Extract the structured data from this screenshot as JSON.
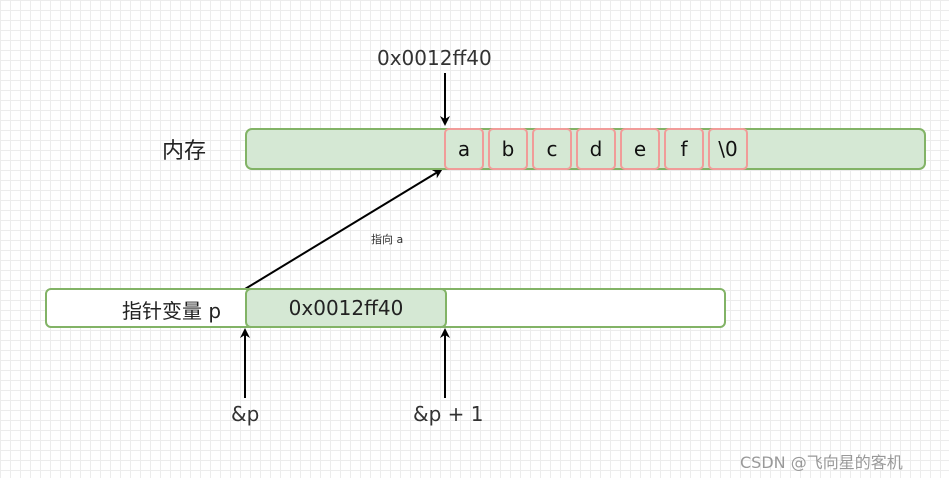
{
  "memory": {
    "label": "内存",
    "address": "0x0012ff40",
    "cells": [
      "a",
      "b",
      "c",
      "d",
      "e",
      "f",
      "\\0"
    ]
  },
  "pointer": {
    "label": "指针变量 p",
    "value": "0x0012ff40",
    "arrow_label": "指向 a"
  },
  "addresses": {
    "p": "&p",
    "p_plus_1": "&p + 1"
  },
  "watermark": "CSDN @飞向星的客机",
  "colors": {
    "fill_green": "#d5e8d4",
    "border_green": "#82b366",
    "border_red": "#f19c99",
    "grid": "#ececec"
  }
}
